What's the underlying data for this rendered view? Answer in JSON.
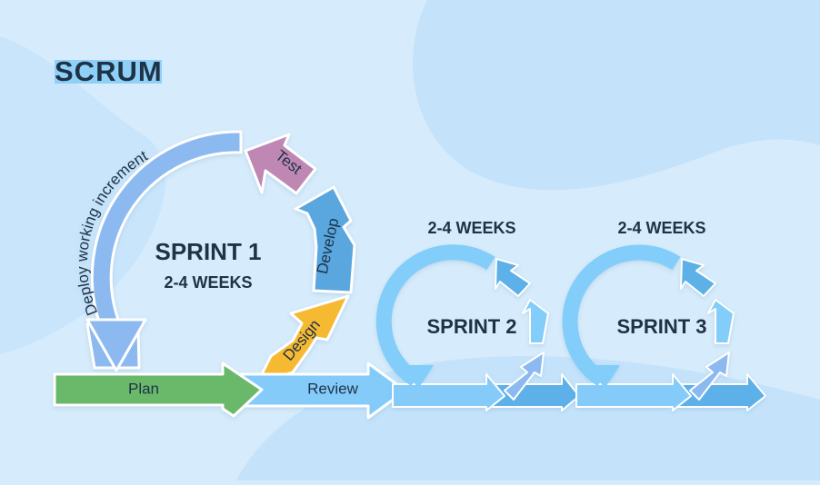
{
  "title": "SCRUM",
  "sprint1": {
    "label": "SPRINT 1",
    "duration": "2-4 WEEKS"
  },
  "sprint2": {
    "label": "SPRINT 2",
    "duration": "2-4 WEEKS"
  },
  "sprint3": {
    "label": "SPRINT 3",
    "duration": "2-4 WEEKS"
  },
  "cycle_steps": {
    "deploy": "Deploy working increment",
    "test": "Test",
    "develop": "Develop",
    "design": "Design",
    "plan": "Plan",
    "review": "Review"
  },
  "colors": {
    "background": "#d6ebfb",
    "title_highlight": "#8fd0f8",
    "text_dark": "#1e3346",
    "plan": "#6bb86a",
    "design": "#f6b930",
    "develop": "#5aa6df",
    "test": "#bf88b4",
    "deploy": "#8db9f1",
    "review": "#84cbfa",
    "sprint_ring": "#82cdfa",
    "sprint_arrow_dark": "#5db0e8"
  }
}
